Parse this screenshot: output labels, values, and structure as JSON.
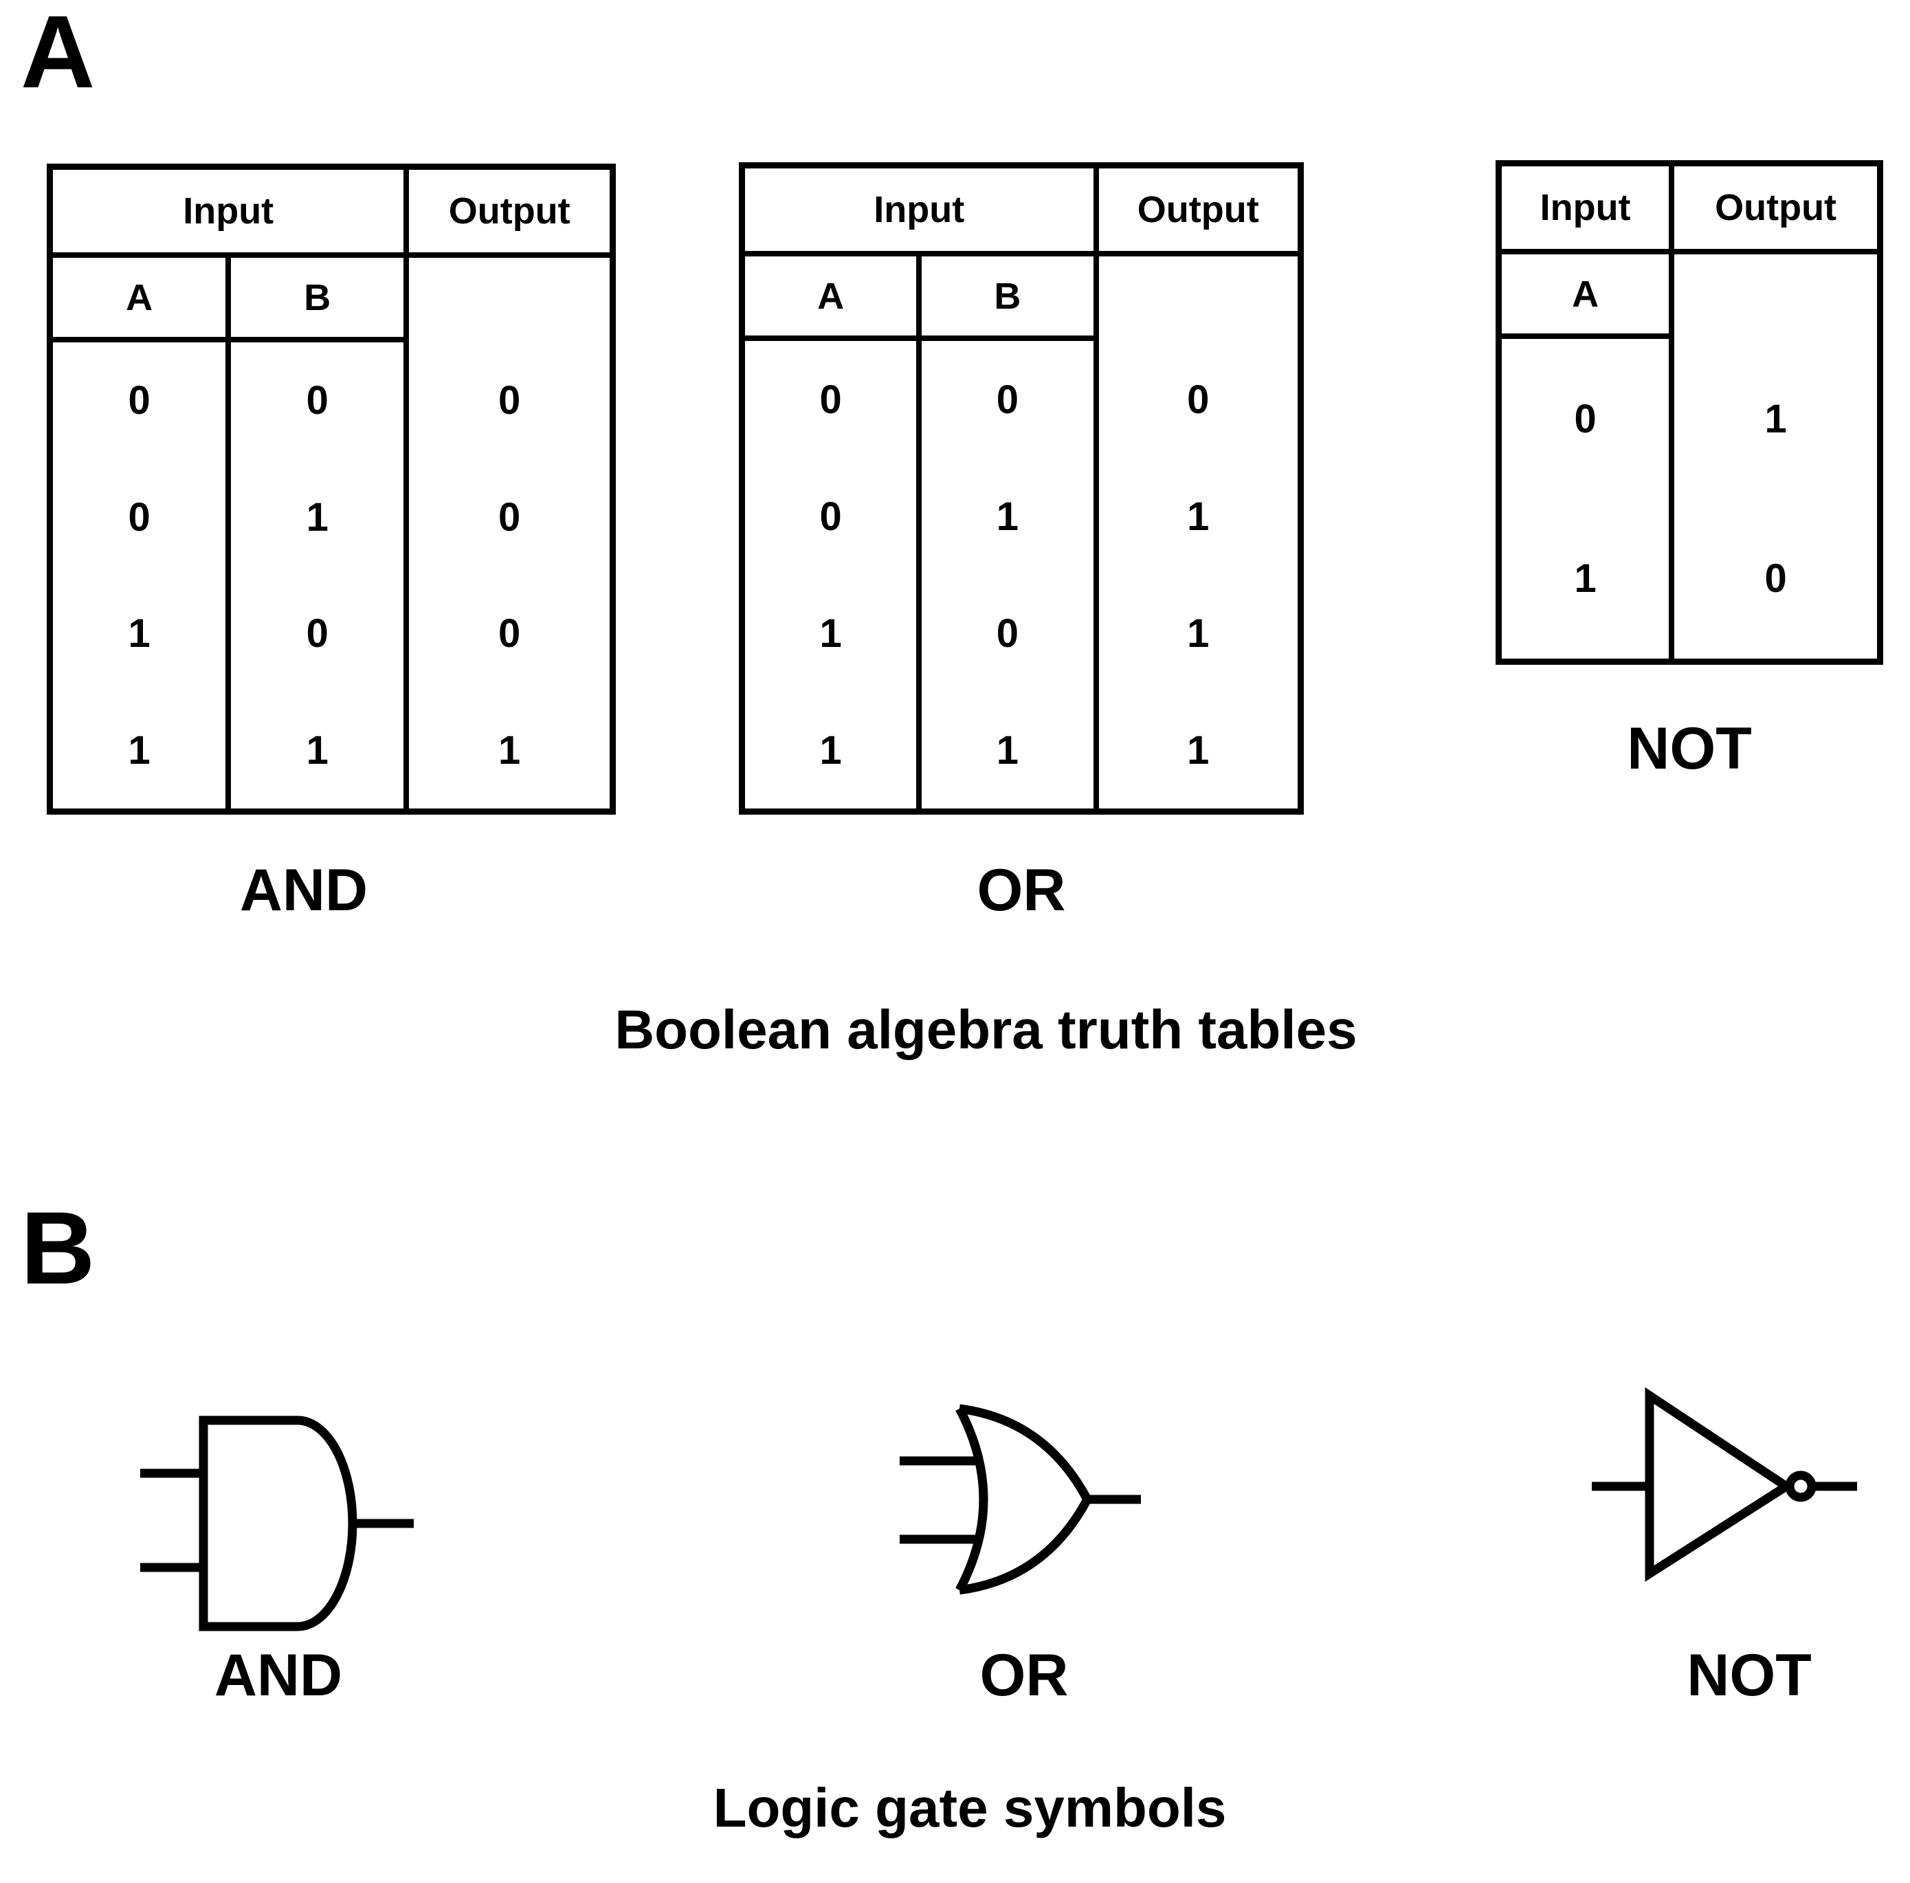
{
  "colors": {
    "ink": "#000000",
    "paper": "#ffffff"
  },
  "section_a": {
    "label": "A",
    "caption": "Boolean algebra truth tables",
    "tables": [
      {
        "name": "AND",
        "label": "AND",
        "input_header": "Input",
        "output_header": "Output",
        "input_columns": [
          "A",
          "B"
        ],
        "rows": [
          {
            "inputs": [
              "0",
              "0"
            ],
            "output": "0"
          },
          {
            "inputs": [
              "0",
              "1"
            ],
            "output": "0"
          },
          {
            "inputs": [
              "1",
              "0"
            ],
            "output": "0"
          },
          {
            "inputs": [
              "1",
              "1"
            ],
            "output": "1"
          }
        ]
      },
      {
        "name": "OR",
        "label": "OR",
        "input_header": "Input",
        "output_header": "Output",
        "input_columns": [
          "A",
          "B"
        ],
        "rows": [
          {
            "inputs": [
              "0",
              "0"
            ],
            "output": "0"
          },
          {
            "inputs": [
              "0",
              "1"
            ],
            "output": "1"
          },
          {
            "inputs": [
              "1",
              "0"
            ],
            "output": "1"
          },
          {
            "inputs": [
              "1",
              "1"
            ],
            "output": "1"
          }
        ]
      },
      {
        "name": "NOT",
        "label": "NOT",
        "input_header": "Input",
        "output_header": "Output",
        "input_columns": [
          "A"
        ],
        "rows": [
          {
            "inputs": [
              "0"
            ],
            "output": "1"
          },
          {
            "inputs": [
              "1"
            ],
            "output": "0"
          }
        ]
      }
    ]
  },
  "section_b": {
    "label": "B",
    "caption": "Logic gate symbols",
    "gates": [
      {
        "name": "AND",
        "label": "AND"
      },
      {
        "name": "OR",
        "label": "OR"
      },
      {
        "name": "NOT",
        "label": "NOT"
      }
    ]
  }
}
